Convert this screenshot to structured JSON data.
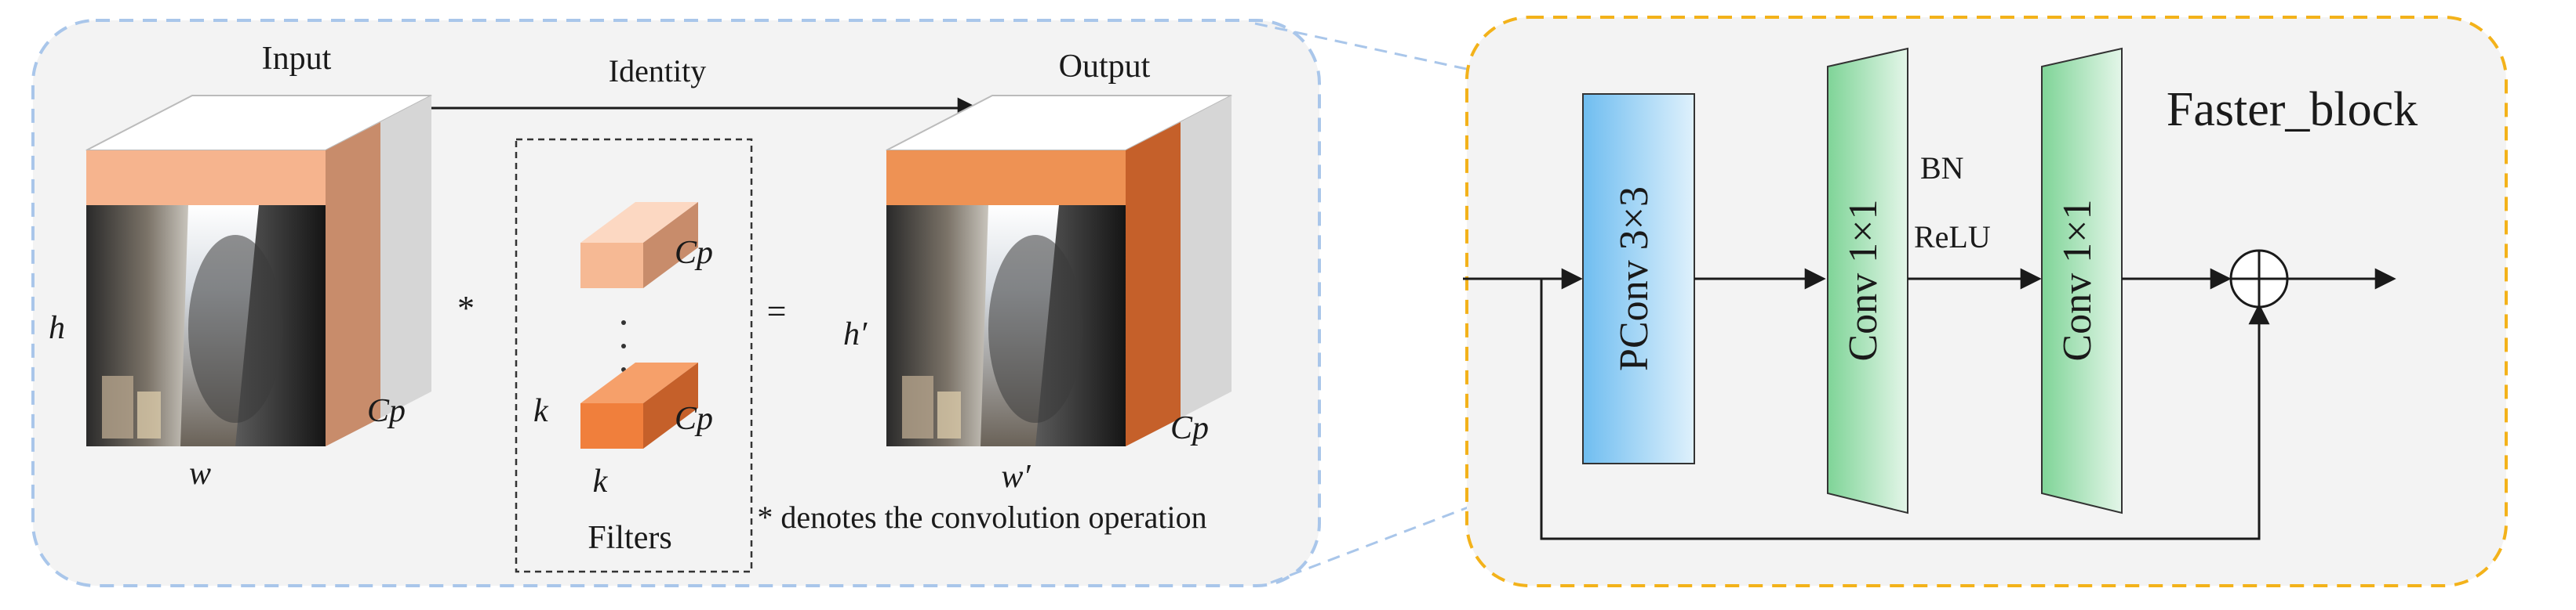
{
  "left_panel": {
    "input_label": "Input",
    "identity_label": "Identity",
    "output_label": "Output",
    "op_symbol": "*",
    "equals_symbol": "=",
    "input_h": "h",
    "input_w": "w",
    "input_cp": "Cp",
    "output_h": "h′",
    "output_w": "w′",
    "output_cp": "Cp",
    "filter_top_cp": "Cp",
    "filter_bottom_cp": "Cp",
    "filter_k_left": "k",
    "filter_k_bottom": "k",
    "filters_label": "Filters",
    "note": "* denotes the convolution operation"
  },
  "right_panel": {
    "title": "Faster_block",
    "pconv_label": "PConv 3×3",
    "conv1_label": "Conv 1×1",
    "conv2_label": "Conv 1×1",
    "bn_label": "BN",
    "relu_label": "ReLU"
  },
  "colors": {
    "panel_bg": "#f3f3f3",
    "left_border": "#a9c6ea",
    "right_border": "#f3b21a",
    "input_front": "#f6b48e",
    "input_side": "#c88c6b",
    "output_front": "#ee9254",
    "output_side": "#c5602a",
    "filter_light": "#f6b994",
    "filter_dark": "#f07f3c",
    "pconv_fill": "#79c4f2",
    "conv_fill": "#86d59a"
  }
}
